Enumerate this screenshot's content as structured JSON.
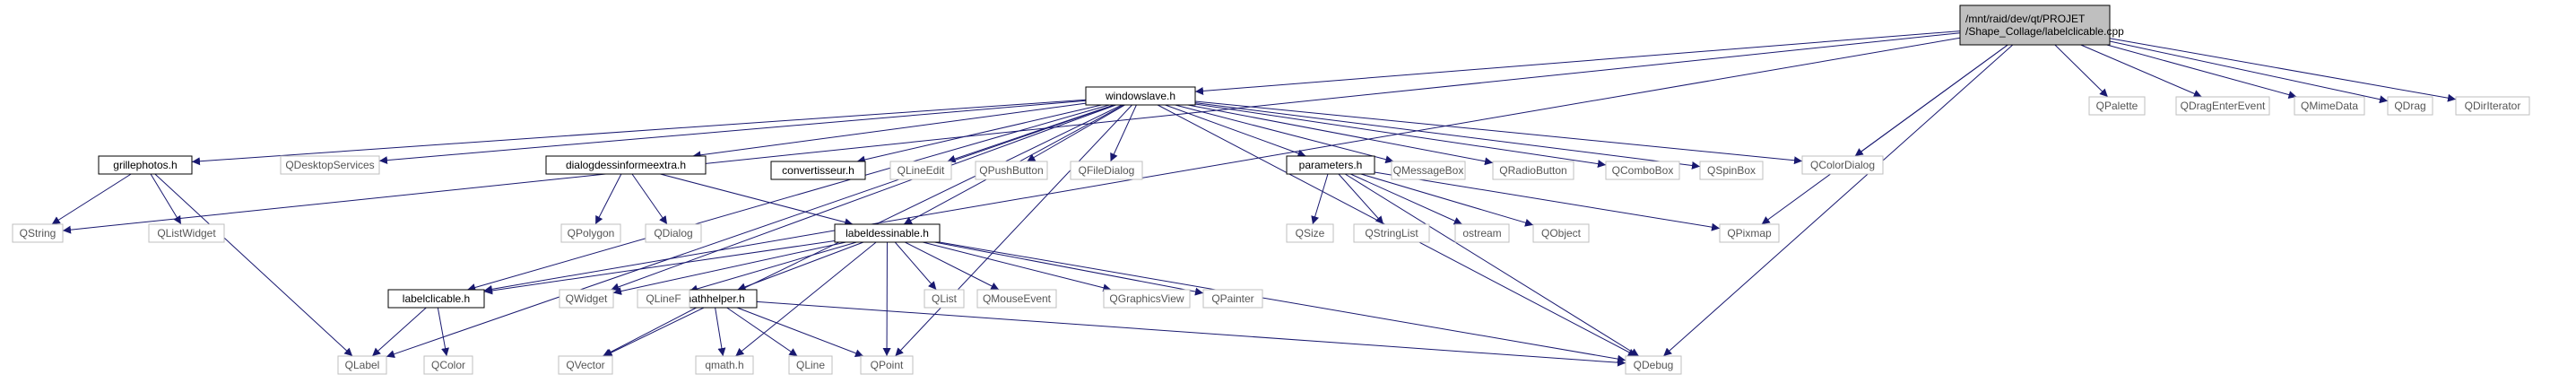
{
  "graph": {
    "nodes": [
      {
        "id": "root",
        "label": [
          "/mnt/raid/dev/qt/PROJET",
          "/Shape_Collage/labelclicable.cpp"
        ],
        "style": "root"
      },
      {
        "id": "windowslave",
        "label": [
          "windowslave.h"
        ],
        "style": "file"
      },
      {
        "id": "grillephotos",
        "label": [
          "grillephotos.h"
        ],
        "style": "file"
      },
      {
        "id": "dialogdessin",
        "label": [
          "dialogdessinformeextra.h"
        ],
        "style": "file"
      },
      {
        "id": "convertisseur",
        "label": [
          "convertisseur.h"
        ],
        "style": "file"
      },
      {
        "id": "parameters",
        "label": [
          "parameters.h"
        ],
        "style": "file"
      },
      {
        "id": "labeldessinable",
        "label": [
          "labeldessinable.h"
        ],
        "style": "file"
      },
      {
        "id": "labelclicable",
        "label": [
          "labelclicable.h"
        ],
        "style": "file"
      },
      {
        "id": "mathhelper",
        "label": [
          "mathhelper.h"
        ],
        "style": "file"
      },
      {
        "id": "QPalette",
        "label": [
          "QPalette"
        ],
        "style": "ext"
      },
      {
        "id": "QDragEnterEvent",
        "label": [
          "QDragEnterEvent"
        ],
        "style": "ext"
      },
      {
        "id": "QMimeData",
        "label": [
          "QMimeData"
        ],
        "style": "ext"
      },
      {
        "id": "QDrag",
        "label": [
          "QDrag"
        ],
        "style": "ext"
      },
      {
        "id": "QDirIterator",
        "label": [
          "QDirIterator"
        ],
        "style": "ext"
      },
      {
        "id": "QDesktopServices",
        "label": [
          "QDesktopServices"
        ],
        "style": "ext"
      },
      {
        "id": "QLineEdit",
        "label": [
          "QLineEdit"
        ],
        "style": "ext"
      },
      {
        "id": "QPushButton",
        "label": [
          "QPushButton"
        ],
        "style": "ext"
      },
      {
        "id": "QFileDialog",
        "label": [
          "QFileDialog"
        ],
        "style": "ext"
      },
      {
        "id": "QMessageBox",
        "label": [
          "QMessageBox"
        ],
        "style": "ext"
      },
      {
        "id": "QRadioButton",
        "label": [
          "QRadioButton"
        ],
        "style": "ext"
      },
      {
        "id": "QComboBox",
        "label": [
          "QComboBox"
        ],
        "style": "ext"
      },
      {
        "id": "QSpinBox",
        "label": [
          "QSpinBox"
        ],
        "style": "ext"
      },
      {
        "id": "QColorDialog",
        "label": [
          "QColorDialog"
        ],
        "style": "ext"
      },
      {
        "id": "QString",
        "label": [
          "QString"
        ],
        "style": "ext"
      },
      {
        "id": "QListWidget",
        "label": [
          "QListWidget"
        ],
        "style": "ext"
      },
      {
        "id": "QPolygon",
        "label": [
          "QPolygon"
        ],
        "style": "ext"
      },
      {
        "id": "QDialog",
        "label": [
          "QDialog"
        ],
        "style": "ext"
      },
      {
        "id": "QSize",
        "label": [
          "QSize"
        ],
        "style": "ext"
      },
      {
        "id": "QStringList",
        "label": [
          "QStringList"
        ],
        "style": "ext"
      },
      {
        "id": "ostream",
        "label": [
          "ostream"
        ],
        "style": "ext"
      },
      {
        "id": "QObject",
        "label": [
          "QObject"
        ],
        "style": "ext"
      },
      {
        "id": "QPixmap",
        "label": [
          "QPixmap"
        ],
        "style": "ext"
      },
      {
        "id": "QWidget",
        "label": [
          "QWidget"
        ],
        "style": "ext"
      },
      {
        "id": "QLineF",
        "label": [
          "QLineF"
        ],
        "style": "ext"
      },
      {
        "id": "QList",
        "label": [
          "QList"
        ],
        "style": "ext"
      },
      {
        "id": "QMouseEvent",
        "label": [
          "QMouseEvent"
        ],
        "style": "ext"
      },
      {
        "id": "QGraphicsView",
        "label": [
          "QGraphicsView"
        ],
        "style": "ext"
      },
      {
        "id": "QPainter",
        "label": [
          "QPainter"
        ],
        "style": "ext"
      },
      {
        "id": "QLabel",
        "label": [
          "QLabel"
        ],
        "style": "ext"
      },
      {
        "id": "QColor",
        "label": [
          "QColor"
        ],
        "style": "ext"
      },
      {
        "id": "QVector",
        "label": [
          "QVector"
        ],
        "style": "ext"
      },
      {
        "id": "qmath",
        "label": [
          "qmath.h"
        ],
        "style": "ext"
      },
      {
        "id": "QLine",
        "label": [
          "QLine"
        ],
        "style": "ext"
      },
      {
        "id": "QPoint",
        "label": [
          "QPoint"
        ],
        "style": "ext"
      },
      {
        "id": "QDebug",
        "label": [
          "QDebug"
        ],
        "style": "ext"
      }
    ],
    "edges": [
      [
        "root",
        "windowslave"
      ],
      [
        "root",
        "QString"
      ],
      [
        "root",
        "labelclicable"
      ],
      [
        "root",
        "QColorDialog"
      ],
      [
        "root",
        "QPixmap"
      ],
      [
        "root",
        "QDebug"
      ],
      [
        "root",
        "QPalette"
      ],
      [
        "root",
        "QDragEnterEvent"
      ],
      [
        "root",
        "QMimeData"
      ],
      [
        "root",
        "QDrag"
      ],
      [
        "root",
        "QDirIterator"
      ],
      [
        "windowslave",
        "grillephotos"
      ],
      [
        "windowslave",
        "QDesktopServices"
      ],
      [
        "windowslave",
        "dialogdessin"
      ],
      [
        "windowslave",
        "convertisseur"
      ],
      [
        "windowslave",
        "QLineEdit"
      ],
      [
        "windowslave",
        "QPushButton"
      ],
      [
        "windowslave",
        "QFileDialog"
      ],
      [
        "windowslave",
        "parameters"
      ],
      [
        "windowslave",
        "QMessageBox"
      ],
      [
        "windowslave",
        "QRadioButton"
      ],
      [
        "windowslave",
        "QComboBox"
      ],
      [
        "windowslave",
        "QSpinBox"
      ],
      [
        "windowslave",
        "QColorDialog"
      ],
      [
        "windowslave",
        "labeldessinable"
      ],
      [
        "windowslave",
        "labelclicable"
      ],
      [
        "windowslave",
        "QWidget"
      ],
      [
        "windowslave",
        "QLabel"
      ],
      [
        "windowslave",
        "QVector"
      ],
      [
        "windowslave",
        "QPoint"
      ],
      [
        "windowslave",
        "QDebug"
      ],
      [
        "grillephotos",
        "QString"
      ],
      [
        "grillephotos",
        "QListWidget"
      ],
      [
        "grillephotos",
        "QLabel"
      ],
      [
        "dialogdessin",
        "QPolygon"
      ],
      [
        "dialogdessin",
        "QDialog"
      ],
      [
        "dialogdessin",
        "labeldessinable"
      ],
      [
        "parameters",
        "QSize"
      ],
      [
        "parameters",
        "QStringList"
      ],
      [
        "parameters",
        "ostream"
      ],
      [
        "parameters",
        "QObject"
      ],
      [
        "parameters",
        "QPixmap"
      ],
      [
        "parameters",
        "QDebug"
      ],
      [
        "labeldessinable",
        "labelclicable"
      ],
      [
        "labeldessinable",
        "QWidget"
      ],
      [
        "labeldessinable",
        "QLineF"
      ],
      [
        "labeldessinable",
        "mathhelper"
      ],
      [
        "labeldessinable",
        "qmath"
      ],
      [
        "labeldessinable",
        "QPoint"
      ],
      [
        "labeldessinable",
        "QList"
      ],
      [
        "labeldessinable",
        "QMouseEvent"
      ],
      [
        "labeldessinable",
        "QGraphicsView"
      ],
      [
        "labeldessinable",
        "QPainter"
      ],
      [
        "labeldessinable",
        "QDebug"
      ],
      [
        "labelclicable",
        "QLabel"
      ],
      [
        "labelclicable",
        "QColor"
      ],
      [
        "mathhelper",
        "QVector"
      ],
      [
        "mathhelper",
        "qmath"
      ],
      [
        "mathhelper",
        "QLine"
      ],
      [
        "mathhelper",
        "QPoint"
      ],
      [
        "mathhelper",
        "QDebug"
      ]
    ],
    "colors": {
      "edge": "#191970",
      "root_fill": "#bfbfbf",
      "file_border": "#000000",
      "ext_border": "#bfbfbf",
      "ext_text": "#555555",
      "text": "#000000"
    }
  }
}
